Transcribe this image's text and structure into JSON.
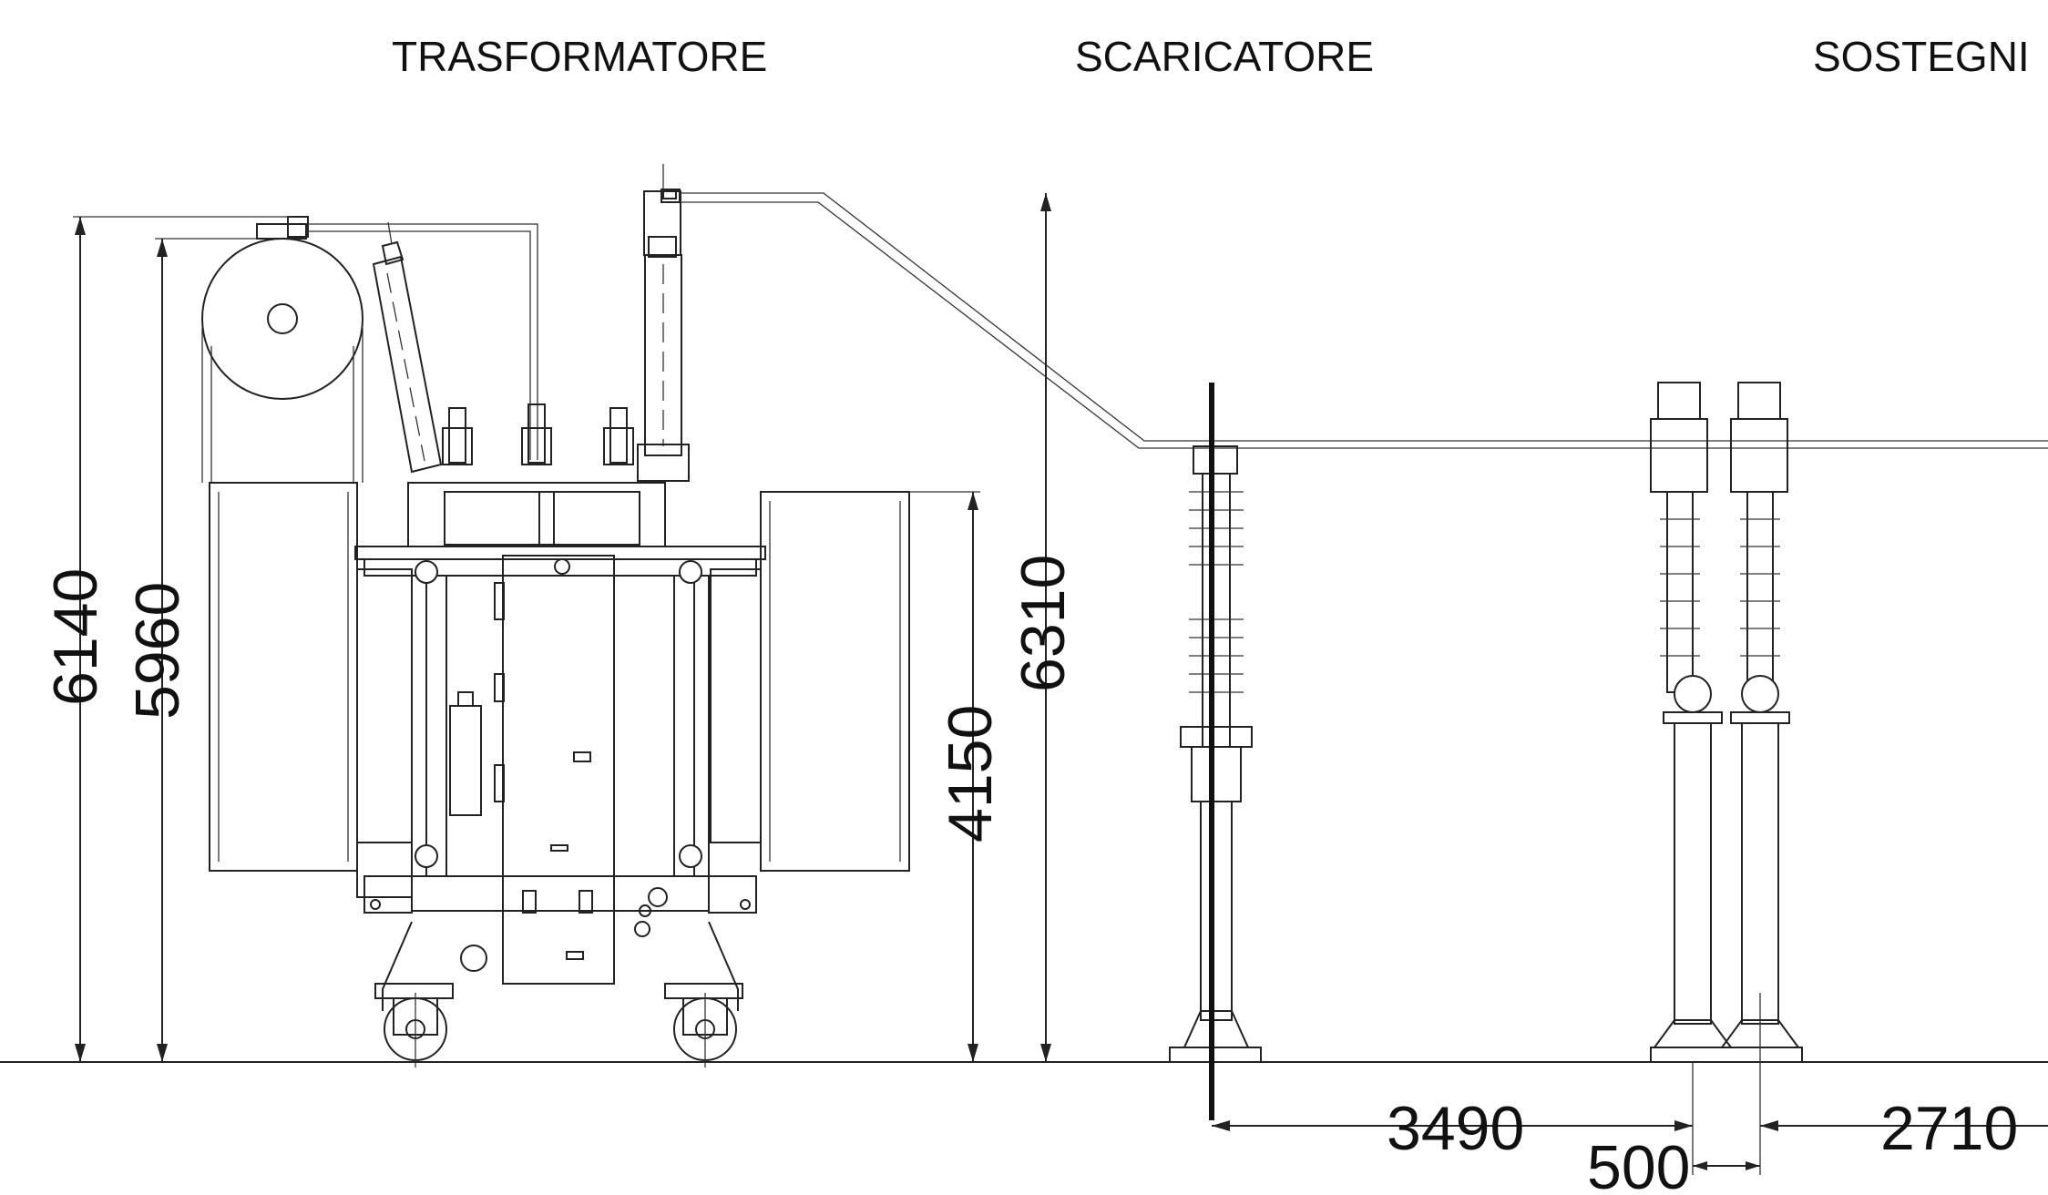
{
  "titles": {
    "transformer": "TRASFORMATORE",
    "arrester": "SCARICATORE",
    "supports": "SOSTEGNI"
  },
  "dimensions": {
    "transformer_total_height": "6140",
    "conservator_height": "5960",
    "radiator_height": "4150",
    "bushing_height": "6310",
    "arrester_to_support": "3490",
    "support_spacing": "500",
    "support_offset": "2710"
  }
}
